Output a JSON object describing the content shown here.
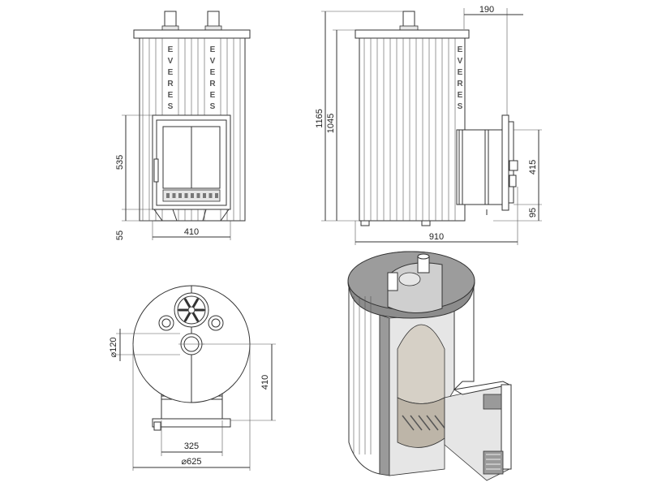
{
  "brand": {
    "letters": [
      "E",
      "V",
      "E",
      "R",
      "E",
      "S"
    ]
  },
  "dimensions": {
    "front_height_door": "535",
    "front_leg_height": "55",
    "front_width": "410",
    "side_overall_height": "1165",
    "side_body_height": "1045",
    "side_tunnel_offset": "190",
    "side_tunnel_height": "415",
    "side_tunnel_bottom": "95",
    "side_total_depth": "910",
    "top_pipe_diameter": "⌀120",
    "top_tunnel_length": "410",
    "top_tunnel_width": "325",
    "top_diameter": "⌀625"
  },
  "colors": {
    "line": "#333333",
    "stone": "#8c8c8c",
    "panel_gray": "#e6e6e6"
  }
}
